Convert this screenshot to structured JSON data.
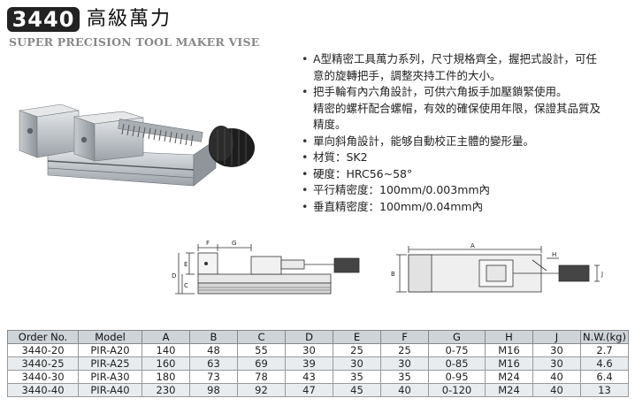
{
  "header": {
    "model_badge": "3440",
    "title_cn": "高級萬力",
    "subtitle_en": "SUPER PRECISION TOOL MAKER VISE"
  },
  "features": [
    {
      "bullet": true,
      "text": "A型精密工具萬力系列，尺寸規格齊全，握把式設計，可任"
    },
    {
      "bullet": false,
      "text": "意的旋轉把手，調整夾持工件的大小。"
    },
    {
      "bullet": true,
      "text": "把手輪有內六角設計，可供六角扳手加壓鎖緊使用。"
    },
    {
      "bullet": false,
      "text": "精密的螺杆配合螺帽，有效的確保使用年限，保證其品質及"
    },
    {
      "bullet": false,
      "text": "精度。"
    },
    {
      "bullet": true,
      "text": "單向斜角設計，能够自動校正主體的變形量。"
    },
    {
      "bullet": true,
      "text": "材質：SK2"
    },
    {
      "bullet": true,
      "text": "硬度：HRC56~58°"
    },
    {
      "bullet": true,
      "text": "平行精密度：100mm/0.003mm內"
    },
    {
      "bullet": true,
      "text": "垂直精密度：100mm/0.04mm內"
    }
  ],
  "diagram_labels": {
    "f": "F",
    "g": "G",
    "e": "E",
    "c": "C",
    "d": "D",
    "a": "A",
    "b": "B",
    "h": "H",
    "j": "J"
  },
  "table": {
    "headers": [
      "Order No.",
      "Model",
      "A",
      "B",
      "C",
      "D",
      "E",
      "F",
      "G",
      "H",
      "J",
      "N.W.(kg)"
    ],
    "rows": [
      [
        "3440-20",
        "PIR-A20",
        "140",
        "48",
        "55",
        "30",
        "25",
        "25",
        "0-75",
        "M16",
        "30",
        "2.7"
      ],
      [
        "3440-25",
        "PIR-A25",
        "160",
        "63",
        "69",
        "39",
        "30",
        "30",
        "0-85",
        "M16",
        "30",
        "4.6"
      ],
      [
        "3440-30",
        "PIR-A30",
        "180",
        "73",
        "78",
        "43",
        "35",
        "35",
        "0-95",
        "M24",
        "40",
        "6.4"
      ],
      [
        "3440-40",
        "PIR-A40",
        "230",
        "98",
        "92",
        "47",
        "45",
        "40",
        "0-120",
        "M24",
        "40",
        "13"
      ]
    ]
  },
  "colors": {
    "header_bg": "#cfd4d9",
    "badge_bg": "#222222",
    "steel": "#b9bec3"
  }
}
